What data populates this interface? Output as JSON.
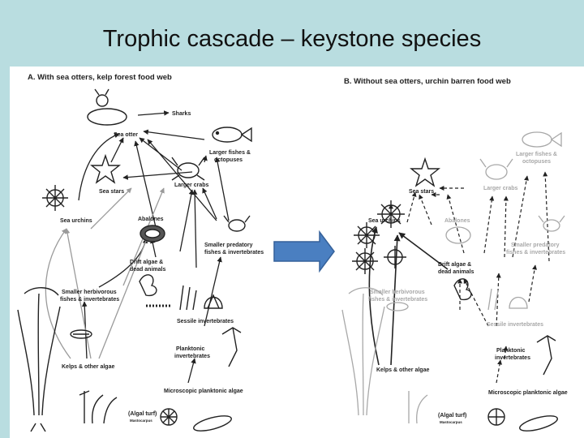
{
  "slide": {
    "title": "Trophic cascade – keystone species"
  },
  "panel_a": {
    "heading": "A. With sea otters, kelp forest food web",
    "labels": {
      "sharks": "Sharks",
      "sea_otter": "Sea otter",
      "larger_fishes_1": "Larger fishes &",
      "larger_fishes_2": "octopuses",
      "sea_stars": "Sea stars",
      "larger_crabs": "Larger crabs",
      "sea_urchins": "Sea urchins",
      "abalones": "Abalones",
      "smaller_predatory_1": "Smaller predatory",
      "smaller_predatory_2": "fishes & invertebrates",
      "drift_algae_1": "Drift algae &",
      "drift_algae_2": "dead animals",
      "smaller_herbivorous_1": "Smaller herbivorous",
      "smaller_herbivorous_2": "fishes & invertebrates",
      "sessile": "Sessile invertebrates",
      "planktonic_1": "Planktonic",
      "planktonic_2": "invertebrates",
      "kelps": "Kelps & other algae",
      "microscopic": "Microscopic planktonic algae",
      "algal_turf": "(Algal turf)",
      "algal_turf_sub": "Mastocarpus"
    }
  },
  "panel_b": {
    "heading": "B. Without sea otters, urchin barren food web",
    "labels": {
      "larger_fishes_1": "Larger fishes &",
      "larger_fishes_2": "octopuses",
      "sea_stars": "Sea stars",
      "larger_crabs": "Larger crabs",
      "sea_urchins": "Sea urchins",
      "abalones": "Abalones",
      "smaller_predatory_1": "Smaller predatory",
      "smaller_predatory_2": "fishes & invertebrates",
      "drift_algae_1": "Drift algae &",
      "drift_algae_2": "dead animals",
      "smaller_herbivorous_1": "Smaller herbivorous",
      "smaller_herbivorous_2": "fishes & invertebrates",
      "sessile": "Sessile invertebrates",
      "planktonic_1": "Planktonic",
      "planktonic_2": "invertebrates",
      "kelps": "Kelps & other algae",
      "microscopic": "Microscopic planktonic algae",
      "algal_turf": "(Algal turf)",
      "algal_turf_sub": "Mastocarpus"
    }
  },
  "colors": {
    "background": "#b9dde0",
    "arrow": "#4a7fc1",
    "arrow_edge": "#35619a",
    "active": "#222222",
    "faded": "#a8a8a8"
  }
}
